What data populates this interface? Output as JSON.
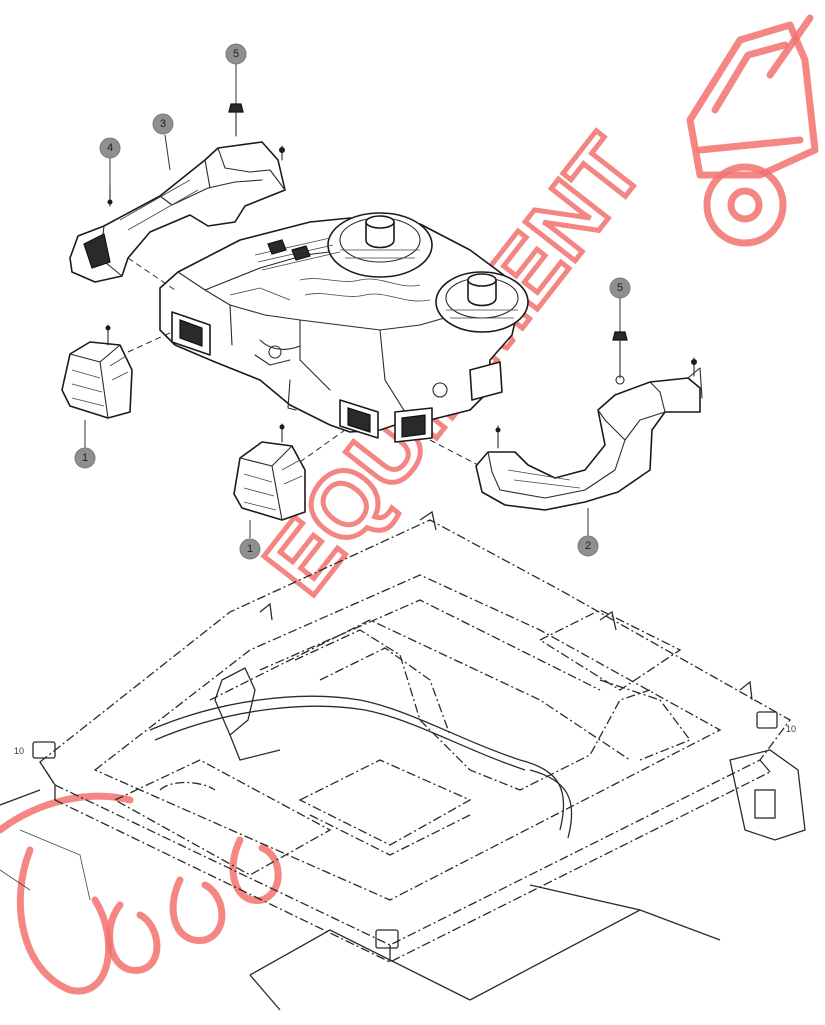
{
  "callouts": {
    "c5a": "5",
    "c3": "3",
    "c4": "4",
    "c5b": "5",
    "c1a": "1",
    "c1b": "1",
    "c2": "2"
  },
  "edge_labels": {
    "left": "10",
    "right": "10"
  },
  "watermark": {
    "text": "EQUIPMENT"
  },
  "colors": {
    "watermark": "#f2726e",
    "callout_fill": "#8f8f8f",
    "line_art": "#1a1a1a"
  }
}
